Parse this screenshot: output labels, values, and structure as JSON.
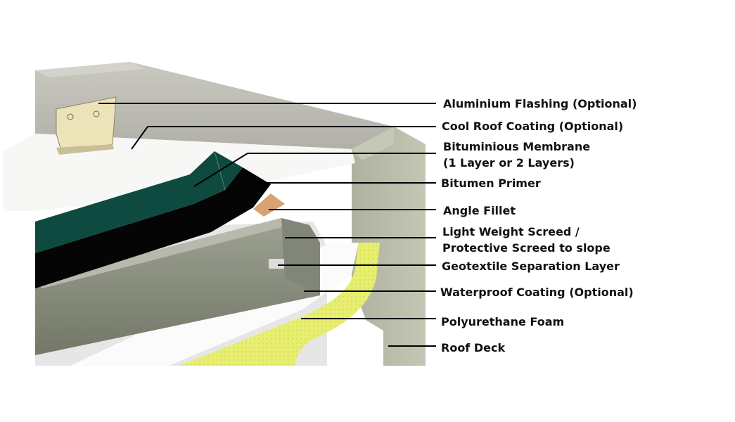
{
  "labels": {
    "aluminium_flashing": "Aluminium Flashing (Optional)",
    "cool_roof_coating": "Cool Roof Coating (Optional)",
    "bituminous_membrane_1": "Bituminious Membrane",
    "bituminous_membrane_2": "(1 Layer or 2 Layers)",
    "bitumen_primer": "Bitumen Primer",
    "angle_fillet": "Angle Fillet",
    "screed_1": "Light Weight Screed /",
    "screed_2": "Protective Screed to slope",
    "geotextile": "Geotextile Separation Layer",
    "waterproof_coating": "Waterproof Coating (Optional)",
    "polyurethane_foam": "Polyurethane Foam",
    "roof_deck": "Roof Deck"
  },
  "colors": {
    "concrete": "#c9c8c1",
    "concrete_dark": "#a9a99f",
    "concrete_side": "#b5b8a6",
    "membrane_top": "#0e4a40",
    "membrane_black": "#050505",
    "screed": "#8d9184",
    "foam": "#e9ee72",
    "flashing": "#ede3b8",
    "fillet": "#d9a273",
    "leader": "#000000"
  }
}
